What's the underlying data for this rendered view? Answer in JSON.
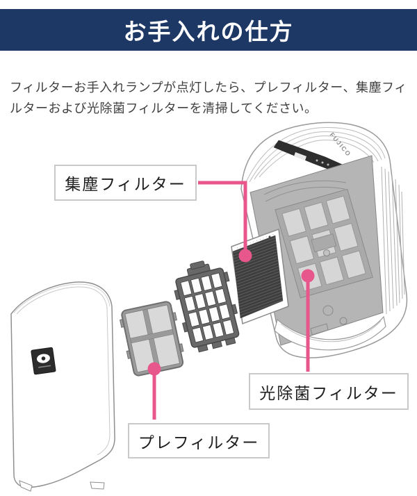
{
  "header": {
    "title": "お手入れの仕方"
  },
  "intro": {
    "text": "フィルターお手入れランプが点灯したら、プレフィルター、集塵フィルターおよび光除菌フィルターを清掃してください。"
  },
  "diagram": {
    "brand": "FUJICO",
    "labels": {
      "dust_filter": "集塵フィルター",
      "photo_sterilization_filter": "光除菌フィルター",
      "pre_filter": "プレフィルター"
    }
  },
  "colors": {
    "header_bg": "#1e3866",
    "accent": "#e8578c",
    "label_border": "#c9c9c9",
    "line_art": "#8f8f8f"
  }
}
